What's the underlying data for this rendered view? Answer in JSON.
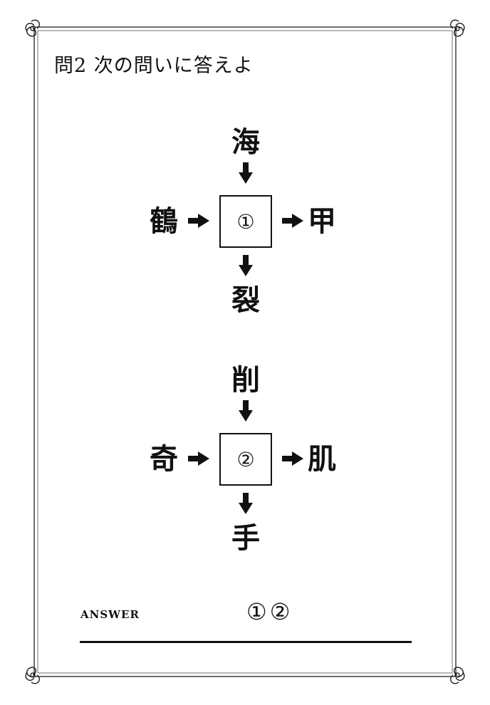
{
  "title": "問2 次の問いに答えよ",
  "puzzles": [
    {
      "top": "海",
      "left": "鶴",
      "right": "甲",
      "bottom": "裂",
      "slot": "①"
    },
    {
      "top": "削",
      "left": "奇",
      "right": "肌",
      "bottom": "手",
      "slot": "②"
    }
  ],
  "answer": {
    "label": "ANSWER",
    "slots": "①②"
  },
  "icons": {
    "arrow_down": "arrow-down-icon",
    "arrow_right": "arrow-right-icon",
    "corner": "corner-ornament-icon"
  },
  "colors": {
    "ink": "#111111",
    "background": "#ffffff"
  }
}
